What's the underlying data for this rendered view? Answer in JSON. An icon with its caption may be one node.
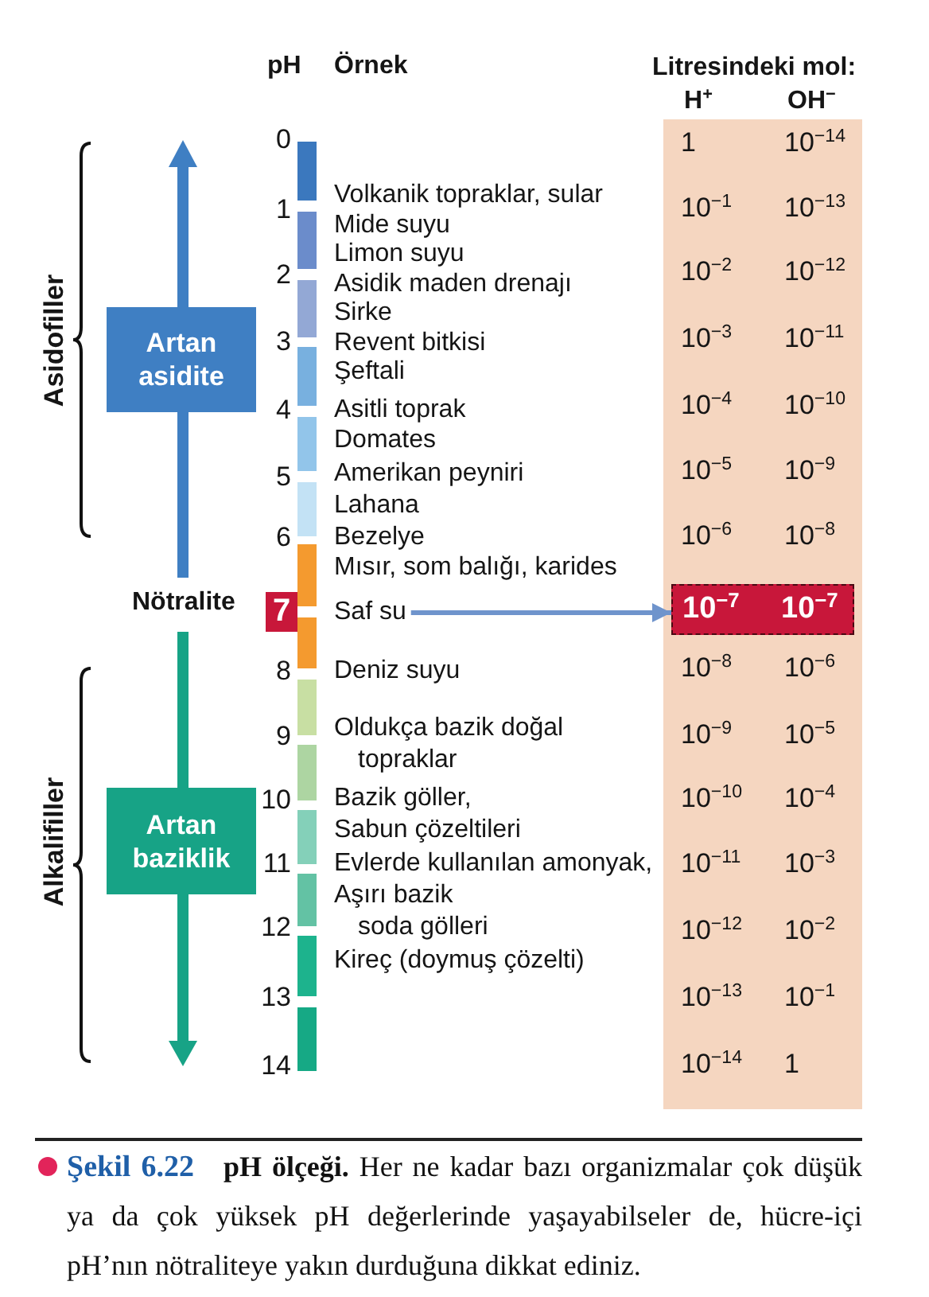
{
  "diagram": {
    "caption": "**Şekil 6.22** **pH ölçeği.** Her ne kadar bazı organizmalar çok düşük ya da çok yüksek pH değerlerinde yaşayabilseler de, hücre-içi pH’nın nötraliteye yakın durduğuna dikkat ediniz.",
    "nodes": [
      {
        "text": [
          "1",
          "10$^{−14}$",
          "10$^{−1}$",
          "10$^{−13}$",
          "10$^{−2}$",
          "10$^{−12}$",
          "10$^{−3}$",
          "10$^{−11}$",
          "10$^{−4}$",
          "10$^{−10}$",
          "10$^{−5}$",
          "10$^{−9}$",
          "10$^{−6}$",
          "10$^{−8}$",
          "10$^{−8}$",
          "10$^{−6}$",
          "10$^{−9}$",
          "10$^{−5}$",
          "10$^{−10}$",
          "10$^{−4}$",
          "10$^{−11}$",
          "10$^{−3}$",
          "10$^{−12}$",
          "10$^{−2}$",
          "10$^{−13}$",
          "10$^{−1}$",
          "10$^{−14}$",
          "1"
        ]
      },
      {
        "text": [
          "Artan asidite"
        ]
      },
      {
        "text": [
          "7"
        ]
      },
      {
        "text": [
          "Saf su"
        ]
      },
      {
        "text": [
          "10$^{−7}$",
          "10$^{−7}$"
        ],
        "in": 0
      },
      {
        "text": [
          "Artan baziklik"
        ]
      }
    ],
    "edges": [
      {
        "from": 3,
        "to": 4,
        "arrow": "to"
      }
    ],
    "labels": [
      "pH",
      "Örnek",
      "Litresindeki mol:",
      "H$^{+}$",
      "OH$^{−}$",
      "Asidofiller",
      "0",
      "1",
      "Volkanik topraklar, sular",
      "Mide suyu",
      "Limon suyu",
      "2",
      "Asidik maden drenajı",
      "Sirke",
      "3",
      "Revent bitkisi",
      "Şeftali",
      "4",
      "Asitli toprak",
      "Domates",
      "5",
      "Amerikan peyniri",
      "Lahana",
      "6",
      "Bezelye",
      "Mısır, som balığı, karides",
      "Nötralite",
      "8",
      "Deniz suyu",
      "Alkalifiller",
      "9",
      "Oldukça bazik doğal topraklar",
      "10",
      "Bazik göller,",
      "Sabun çözeltileri",
      "11",
      "Evlerde kullanılan amonyak,",
      "Aşırı bazik soda gölleri",
      "12",
      "Kireç (doymuş çözelti)",
      "13",
      "14"
    ]
  }
}
